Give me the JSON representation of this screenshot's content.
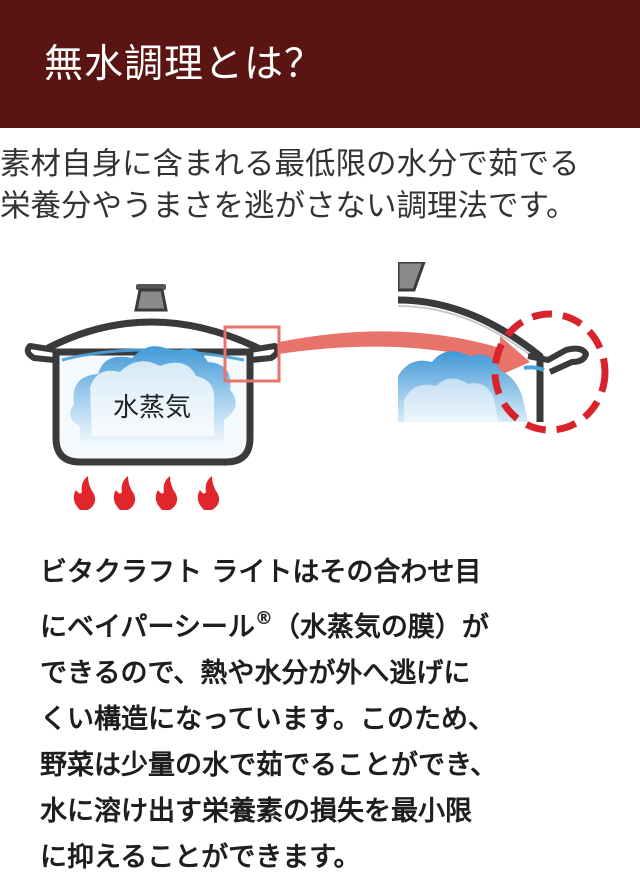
{
  "header": {
    "title": "無水調理とは？"
  },
  "intro": {
    "lines": [
      "素材自身に含まれる最低限の水分で茹でる",
      "栄養分やうまさを逃がさない調理法です。"
    ]
  },
  "illustration": {
    "steam_label": "水蒸気",
    "colors": {
      "outline": "#3a3a3a",
      "pot_fill": "#f3f9fd",
      "steam_fill": "#4aa2dc",
      "arrow": "#e8736b",
      "seal_circle": "#d8232a",
      "flame": "#e0262b"
    }
  },
  "body": {
    "lines": [
      "ビタクラフト ライトはその合わせ目",
      "にベイパーシール",
      "（水蒸気の膜）が",
      "できるので、熱や水分が外へ逃げに",
      "くい構造になっています。このため、",
      "野菜は少量の水で茹でることができ、",
      "水に溶け出す栄養素の損失を最小限",
      "に抑えることができます。"
    ],
    "registered_mark": "®"
  }
}
